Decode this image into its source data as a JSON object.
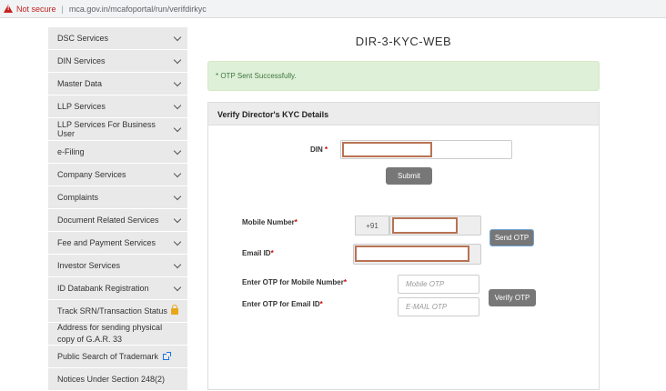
{
  "browser": {
    "security_label": "Not secure",
    "separator": "|",
    "url": "mca.gov.in/mcafoportal/run/verifdirkyc",
    "warn_glyph": "!"
  },
  "sidebar": {
    "items": [
      {
        "label": "DSC Services"
      },
      {
        "label": "DIN Services"
      },
      {
        "label": "Master Data"
      },
      {
        "label": "LLP Services"
      },
      {
        "label": "LLP Services For Business User"
      },
      {
        "label": "e-Filing"
      },
      {
        "label": "Company Services"
      },
      {
        "label": "Complaints"
      },
      {
        "label": "Document Related Services"
      },
      {
        "label": "Fee and Payment Services"
      },
      {
        "label": "Investor Services"
      },
      {
        "label": "ID Databank Registration"
      },
      {
        "label": "Track SRN/Transaction Status"
      },
      {
        "label": "Address for sending physical copy of G.A.R. 33"
      },
      {
        "label": "Public Search of Trademark"
      },
      {
        "label": "Notices Under Section 248(2)"
      }
    ]
  },
  "main": {
    "title": "DIR-3-KYC-WEB",
    "alert": "* OTP Sent Successfully.",
    "panel_title": "Verify Director's KYC Details",
    "din_label": "DIN",
    "req": "*",
    "submit_label": "Submit",
    "mobile_label": "Mobile Number",
    "country_code": "+91",
    "send_otp_label": "Send OTP",
    "email_label": "Email ID",
    "otp_mobile_label": "Enter OTP for Mobile Number",
    "otp_mobile_placeholder": "Mobile OTP",
    "otp_email_label": "Enter OTP for Email ID",
    "otp_email_placeholder": "E-MAIL OTP",
    "verify_otp_label": "Verify OTP"
  }
}
